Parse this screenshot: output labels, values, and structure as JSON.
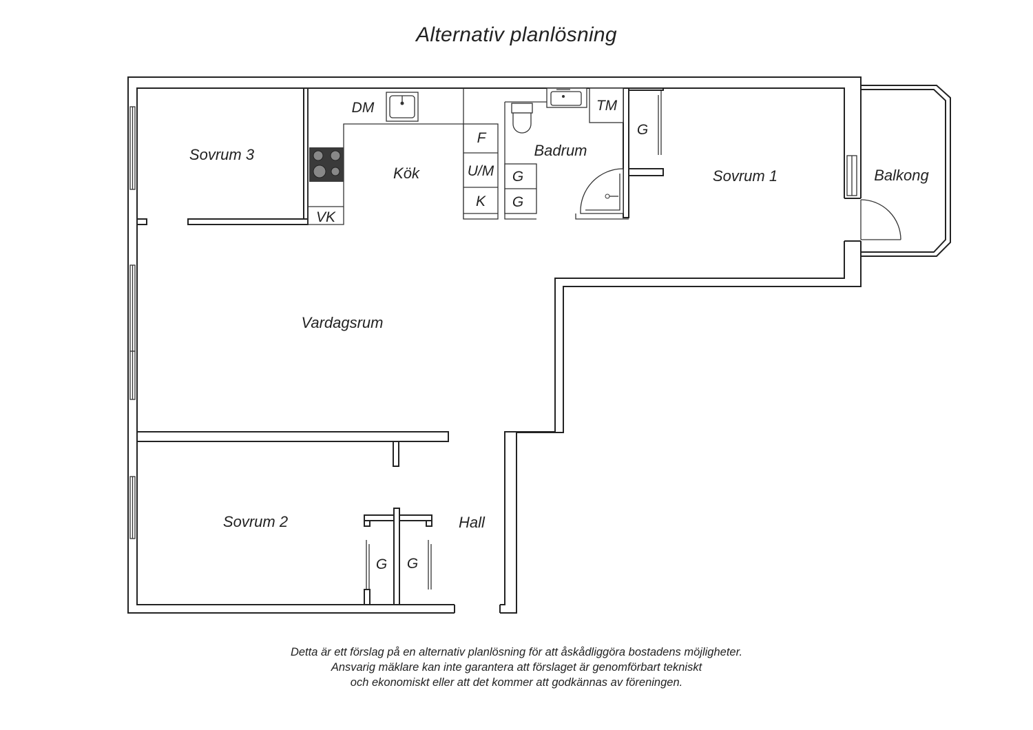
{
  "title": "Alternativ planlösning",
  "rooms": {
    "sovrum3": "Sovrum 3",
    "kok": "Kök",
    "badrum": "Badrum",
    "sovrum1": "Sovrum 1",
    "balkong": "Balkong",
    "vardagsrum": "Vardagsrum",
    "sovrum2": "Sovrum 2",
    "hall": "Hall"
  },
  "fixtures": {
    "dm": "DM",
    "vk": "VK",
    "f": "F",
    "um": "U/M",
    "k": "K",
    "tm": "TM",
    "g_bath_1": "G",
    "g_bath_2": "G",
    "g_sovrum1": "G",
    "g_hall_1": "G",
    "g_hall_2": "G"
  },
  "disclaimer": [
    "Detta är ett förslag på en alternativ planlösning för att åskådliggöra bostadens möjligheter.",
    "Ansvarig mäklare kan inte garantera att förslaget är genomförbart tekniskt",
    "och ekonomiskt eller att det kommer att godkännas av föreningen."
  ],
  "colors": {
    "line": "#222222",
    "background": "#ffffff",
    "stove": "#3a3a3a"
  }
}
